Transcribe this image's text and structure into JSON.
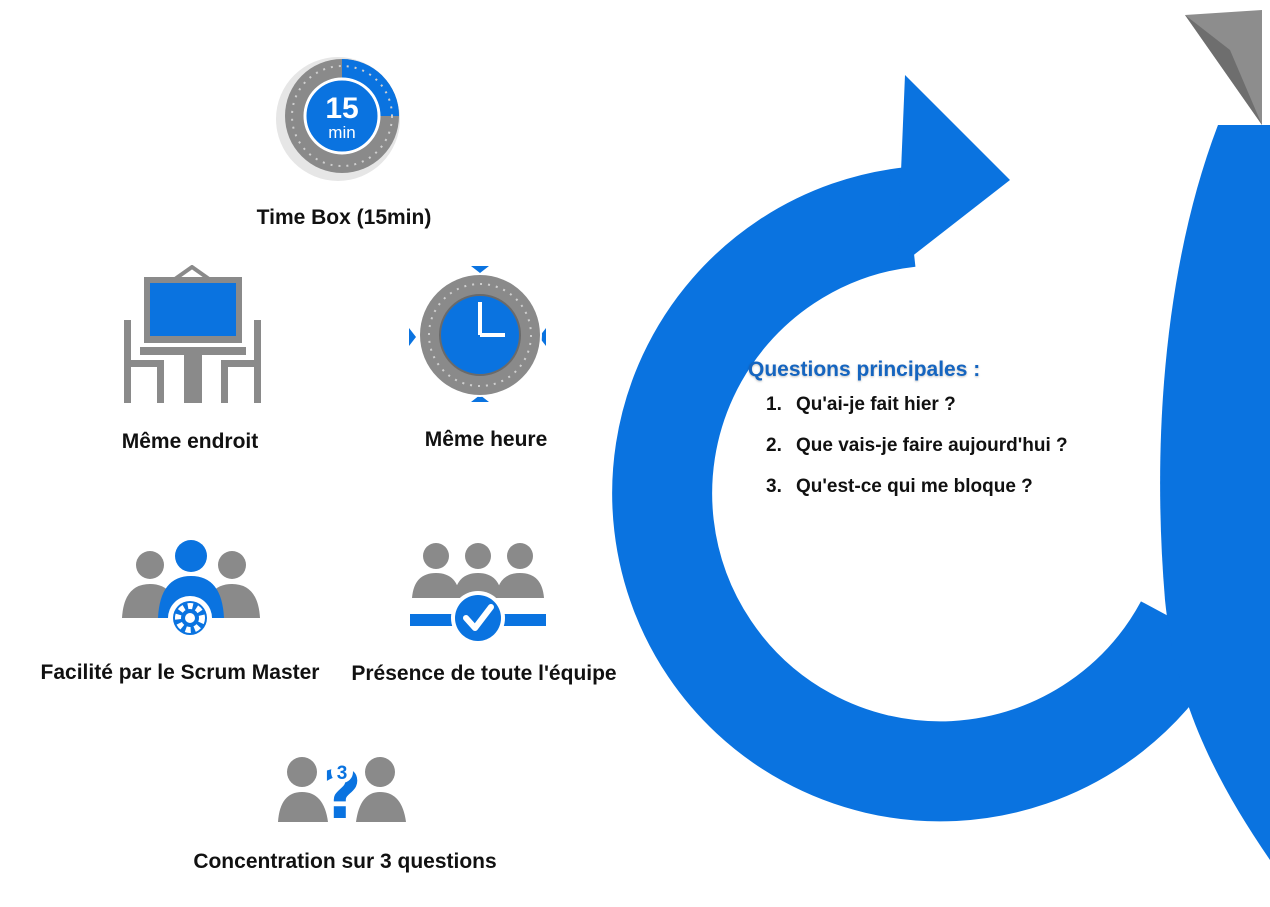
{
  "colors": {
    "accent": "#0a73e0",
    "gray": "#8a8a8a",
    "text": "#111111",
    "heading": "#1565c0"
  },
  "timer": {
    "number": "15",
    "unit": "min"
  },
  "items": [
    {
      "label": "Time Box (15min)",
      "icon": "stopwatch-icon"
    },
    {
      "label": "Même endroit",
      "icon": "meeting-table-icon"
    },
    {
      "label": "Même heure",
      "icon": "clock-icon"
    },
    {
      "label": "Facilité par le Scrum Master",
      "icon": "scrum-master-icon"
    },
    {
      "label": "Présence de toute l'équipe",
      "icon": "team-check-icon"
    },
    {
      "label": "Concentration sur 3 questions",
      "icon": "three-questions-icon"
    }
  ],
  "badge": {
    "number": "3"
  },
  "questions": {
    "heading": "Questions principales :",
    "list": [
      {
        "num": "1.",
        "text": "Qu'ai-je fait hier ?"
      },
      {
        "num": "2.",
        "text": "Que vais-je faire aujourd'hui ?"
      },
      {
        "num": "3.",
        "text": "Qu'est-ce qui me bloque ?"
      }
    ]
  }
}
